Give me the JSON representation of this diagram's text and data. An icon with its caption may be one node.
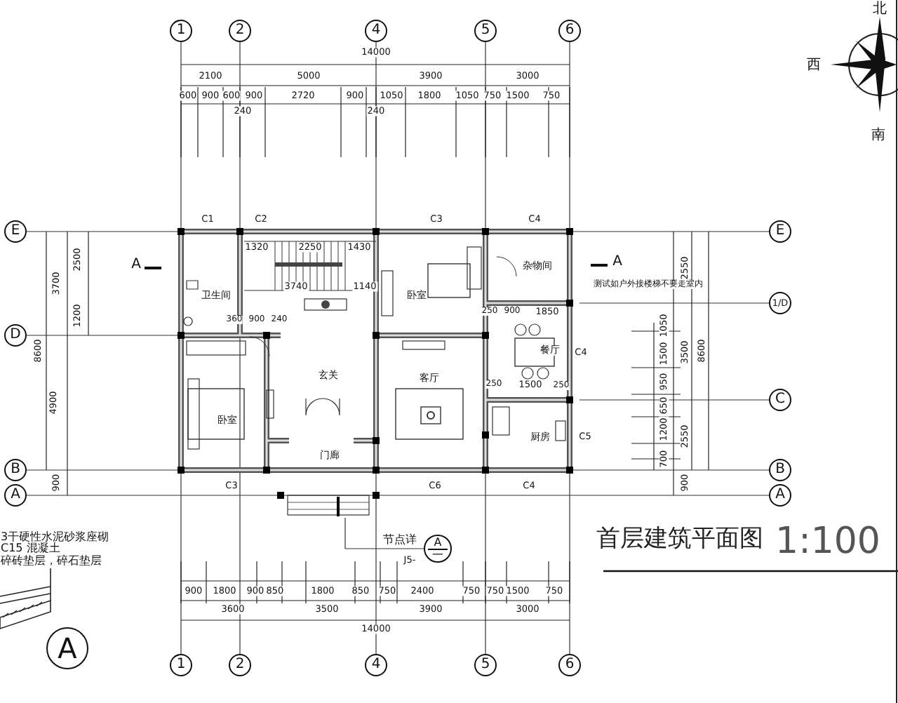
{
  "diagram": {
    "title": "首层建筑平面图",
    "nodes": [
      {
        "text": [
          "1"
        ]
      },
      {
        "text": [
          "2"
        ]
      },
      {
        "text": [
          "4"
        ]
      },
      {
        "text": [
          "5"
        ]
      },
      {
        "text": [
          "6"
        ]
      },
      {
        "text": [
          "1"
        ]
      },
      {
        "text": [
          "2"
        ]
      },
      {
        "text": [
          "4"
        ]
      },
      {
        "text": [
          "5"
        ]
      },
      {
        "text": [
          "6"
        ]
      },
      {
        "text": [
          "E"
        ]
      },
      {
        "text": [
          "D"
        ]
      },
      {
        "text": [
          "B"
        ]
      },
      {
        "text": [
          "A"
        ]
      },
      {
        "text": [
          "E"
        ]
      },
      {
        "text": [
          "1/D"
        ]
      },
      {
        "text": [
          "C"
        ]
      },
      {
        "text": [
          "B"
        ]
      },
      {
        "text": [
          "A"
        ]
      },
      {
        "text": [
          "A",
          "一"
        ]
      },
      {
        "text": [
          "A"
        ]
      }
    ],
    "edges": [
      {
        "from": 0,
        "to": 5,
        "arrow": "none"
      },
      {
        "from": 1,
        "to": 6,
        "arrow": "none"
      },
      {
        "from": 2,
        "to": 7,
        "arrow": "none"
      },
      {
        "from": 3,
        "to": 8,
        "arrow": "none"
      },
      {
        "from": 4,
        "to": 9,
        "arrow": "none"
      },
      {
        "from": 10,
        "to": 14,
        "arrow": "none"
      },
      {
        "from": 11,
        "to": null,
        "arrow": "none"
      },
      {
        "from": null,
        "to": 15,
        "arrow": "none"
      },
      {
        "from": null,
        "to": 16,
        "arrow": "none"
      },
      {
        "from": 12,
        "to": 17,
        "arrow": "none"
      },
      {
        "from": 13,
        "to": 18,
        "arrow": "none"
      },
      {
        "from": null,
        "to": 19,
        "arrow": "none"
      }
    ],
    "labels": [
      "14000",
      "2100",
      "5000",
      "3900",
      "3000",
      "600",
      "900",
      "600",
      "900",
      "2720",
      "900",
      "1050",
      "1800",
      "1050",
      "750",
      "1500",
      "750",
      "240",
      "240",
      "C1",
      "C2",
      "C3",
      "C4",
      "A",
      "1320",
      "2250",
      "1430",
      "卫生间",
      "3740",
      "1140",
      "卧室",
      "杂物间",
      "A",
      "测试如户外接楼梯不要走室内",
      "360",
      "900",
      "240",
      "250",
      "900",
      "1850",
      "餐厅",
      "C4",
      "玄关",
      "客厅",
      "250",
      "1500",
      "250",
      "卧室",
      "厨房",
      "C5",
      "门廊",
      "C3",
      "C6",
      "C4",
      "3700",
      "2500",
      "1200",
      "8600",
      "4900",
      "900",
      "2550",
      "1050",
      "1500",
      "950",
      "650",
      "1200",
      "700",
      "3500",
      "2550",
      "8600",
      "900",
      "3干硬性水泥砂浆座砌",
      "C15 混凝土",
      "碎砖垫层，碎石垫层",
      "节点详",
      "J5-",
      "1:100",
      "900",
      "1800",
      "900",
      "850",
      "1800",
      "850",
      "750",
      "2400",
      "750",
      "750",
      "1500",
      "750",
      "3600",
      "3500",
      "3900",
      "3000",
      "14000",
      "北",
      "西",
      "南"
    ]
  }
}
